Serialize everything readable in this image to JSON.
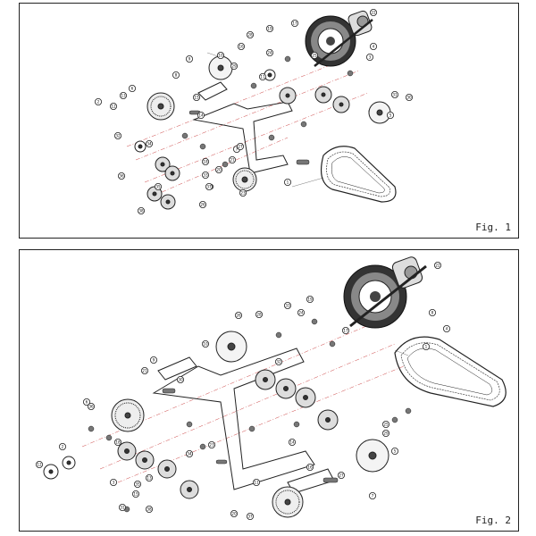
{
  "figures": [
    {
      "label": "Fig. 1",
      "callouts": [
        "1",
        "2",
        "3",
        "4",
        "5",
        "6",
        "7",
        "8",
        "9",
        "10",
        "11",
        "12",
        "13",
        "14",
        "15",
        "16",
        "17",
        "18",
        "19",
        "20",
        "21",
        "22",
        "23",
        "24",
        "25",
        "26",
        "27",
        "28",
        "29",
        "30",
        "31",
        "32",
        "33",
        "34",
        "35",
        "36",
        "37",
        "38"
      ]
    },
    {
      "label": "Fig. 2",
      "callouts": [
        "1",
        "2",
        "3",
        "4",
        "5",
        "6",
        "7",
        "8",
        "9",
        "10",
        "11",
        "12",
        "13",
        "14",
        "15",
        "16",
        "17",
        "18",
        "19",
        "20",
        "21",
        "22",
        "23",
        "24",
        "25",
        "26",
        "27",
        "28",
        "29",
        "30",
        "31",
        "32",
        "33",
        "34",
        "35",
        "36",
        "37",
        "38"
      ]
    }
  ]
}
